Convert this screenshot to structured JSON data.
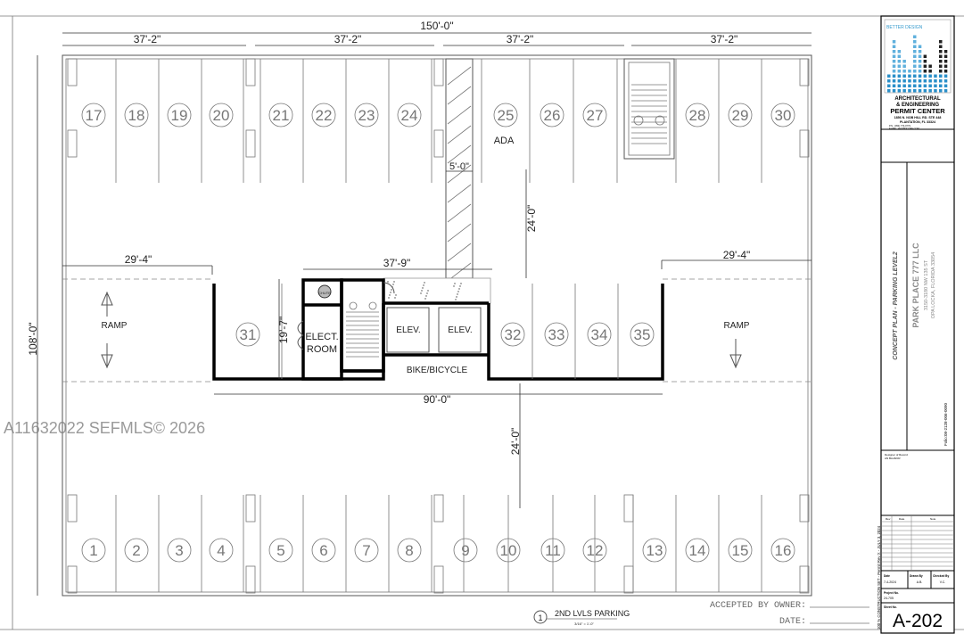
{
  "drawing": {
    "overall_width": "150'-0\"",
    "overall_depth": "108'-0\"",
    "bay_dims": [
      "37'-2\"",
      "37'-2\"",
      "37'-2\"",
      "37'-2\""
    ],
    "ramp_width_left": "29'-4\"",
    "ramp_width_right": "29'-4\"",
    "core_width": "37'-9\"",
    "aisle_upper": "24'-0\"",
    "aisle_lower": "24'-0\"",
    "walkway": "5'-0\"",
    "core_depth": "19'-7\"",
    "core_length": "90'-0\"",
    "ada_label": "ADA",
    "ramp_left": "RAMP",
    "ramp_right": "RAMP",
    "elect_room": [
      "ELECT.",
      "ROOM"
    ],
    "chute": "CHUTE",
    "elevators": [
      "ELEV.",
      "ELEV."
    ],
    "bike": "BIKE/BICYCLE",
    "stalls_top": [
      "17",
      "18",
      "19",
      "20",
      "21",
      "22",
      "23",
      "24",
      "25",
      "26",
      "27",
      "28",
      "29",
      "30"
    ],
    "stalls_middle": [
      "31",
      "32",
      "33",
      "34",
      "35"
    ],
    "stalls_bottom": [
      "1",
      "2",
      "3",
      "4",
      "5",
      "6",
      "7",
      "8",
      "9",
      "10",
      "11",
      "12",
      "13",
      "14",
      "15",
      "16"
    ],
    "view_number": "1",
    "view_title": "2ND  LVLS PARKING",
    "view_scale": "3/16\" = 1'-0\"",
    "accepted_by_owner": "ACCEPTED BY OWNER:",
    "date_label": "DATE:"
  },
  "title_block": {
    "logo_text": "BETTER DESIGN",
    "firm_line1": "ARCHITECTURAL",
    "firm_line2": "& ENGINEERING",
    "firm_name": "PERMIT CENTER",
    "address1": "1856 N. NOB HILL RD. STE 448",
    "address2": "PLANTATION, FL 33324",
    "phone": "P.N.: (954) 770-0779",
    "email": "E-MAIL: AV@BDCONE.COM",
    "sheet_title": "CONCEPT PLAN - PARKING  LEVEL2",
    "project_name": "PARK PLACE 777 LLC",
    "project_address1": "3150-3180 NW 135 ST",
    "project_address2": "OPA LOCKA, FLORIDA 33054",
    "folio": "Folio:08-2128-006-0090",
    "designer_label": "Designer of Record",
    "designer_name": "AN BAJAKIR",
    "revision_headers": [
      "Rev",
      "Date",
      "Note"
    ],
    "date_label": "Date",
    "date_value": "7-4-2024",
    "drawn_by_label": "Drawn By",
    "drawn_by": "A.B.",
    "checked_by_label": "Checked By",
    "checked_by": "V.C.",
    "project_no_label": "Project No.",
    "project_no": "24-705",
    "sheet_no_label": "Sheet No.",
    "sheet_no": "A-202",
    "side_note": "100 % CONSTRUCTION SET - Permit Rev X - JULY 3, 2024"
  },
  "watermark": "A11632022  SEFMLS© 2026"
}
